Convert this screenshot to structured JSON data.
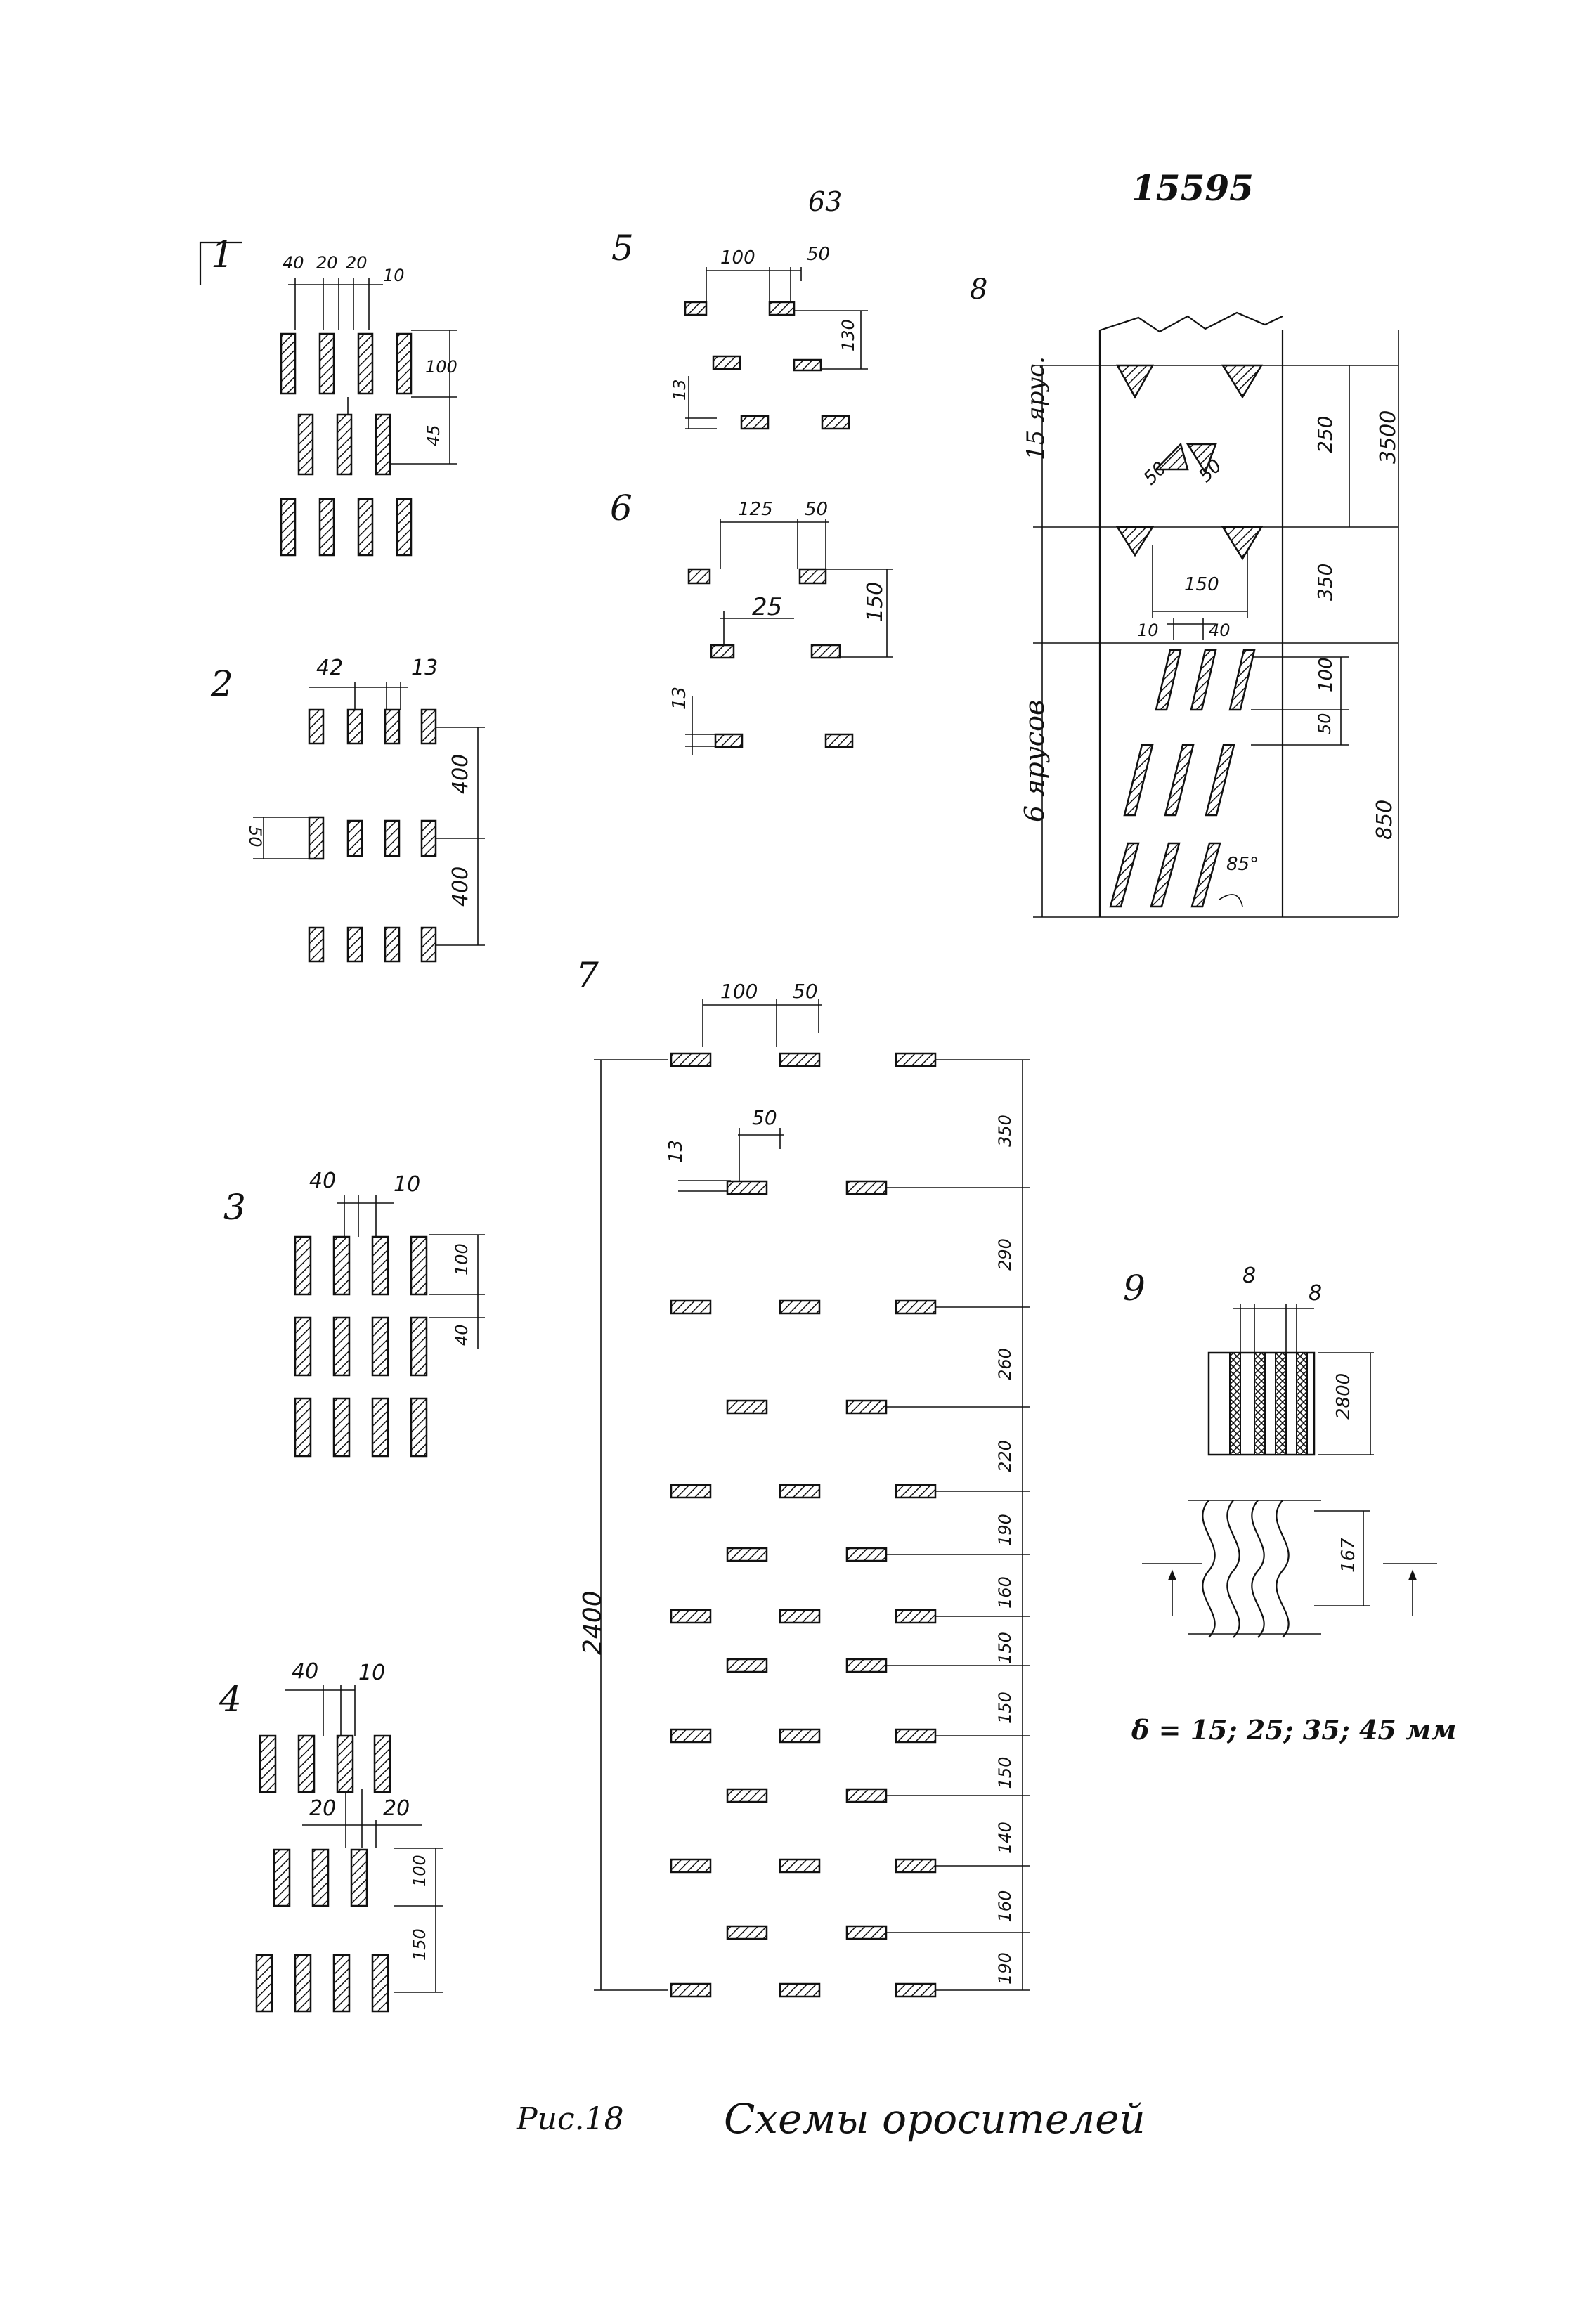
{
  "page_number": "63",
  "sheet_code": "15595",
  "caption": {
    "fig_no": "Рис.18",
    "title": "Схемы оросителей"
  },
  "schemes": {
    "s1": {
      "num": "1",
      "d1": "40",
      "d2": "20",
      "d3": "20",
      "d4": "10",
      "d5": "100",
      "d6": "45"
    },
    "s2": {
      "num": "2",
      "d1": "42",
      "d2": "13",
      "d3": "400",
      "d4": "400",
      "d5": "50"
    },
    "s3": {
      "num": "3",
      "d1": "40",
      "d2": "10",
      "d3": "100",
      "d4": "40"
    },
    "s4": {
      "num": "4",
      "d1": "40",
      "d2": "10",
      "d3": "20",
      "d4": "20",
      "d5": "100",
      "d6": "150"
    },
    "s5": {
      "num": "5",
      "d1": "100",
      "d2": "50",
      "d3": "130",
      "d4": "13"
    },
    "s6": {
      "num": "6",
      "d1": "125",
      "d2": "50",
      "d3": "25",
      "d4": "150",
      "d5": "13"
    },
    "s7": {
      "num": "7",
      "top1": "100",
      "top2": "50",
      "mid": "50",
      "small": "13",
      "total": "2400",
      "spacings": [
        "350",
        "290",
        "260",
        "220",
        "190",
        "160",
        "150",
        "150",
        "150",
        "140",
        "160",
        "190"
      ]
    },
    "s8": {
      "num": "8",
      "tier_upper": "15 ярус.",
      "tier_lower": "6 ярусов",
      "d250": "250",
      "d3500": "3500",
      "d50a": "50",
      "d50b": "50",
      "d350": "350",
      "d150": "150",
      "d10": "10",
      "d40": "40",
      "d100": "100",
      "d50c": "50",
      "d850": "850",
      "angle": "85°"
    },
    "s9": {
      "num": "9",
      "d1": "8",
      "d2": "8",
      "d3": "2800",
      "d4": "167",
      "formula": "δ = 15; 25; 35; 45 мм"
    }
  }
}
